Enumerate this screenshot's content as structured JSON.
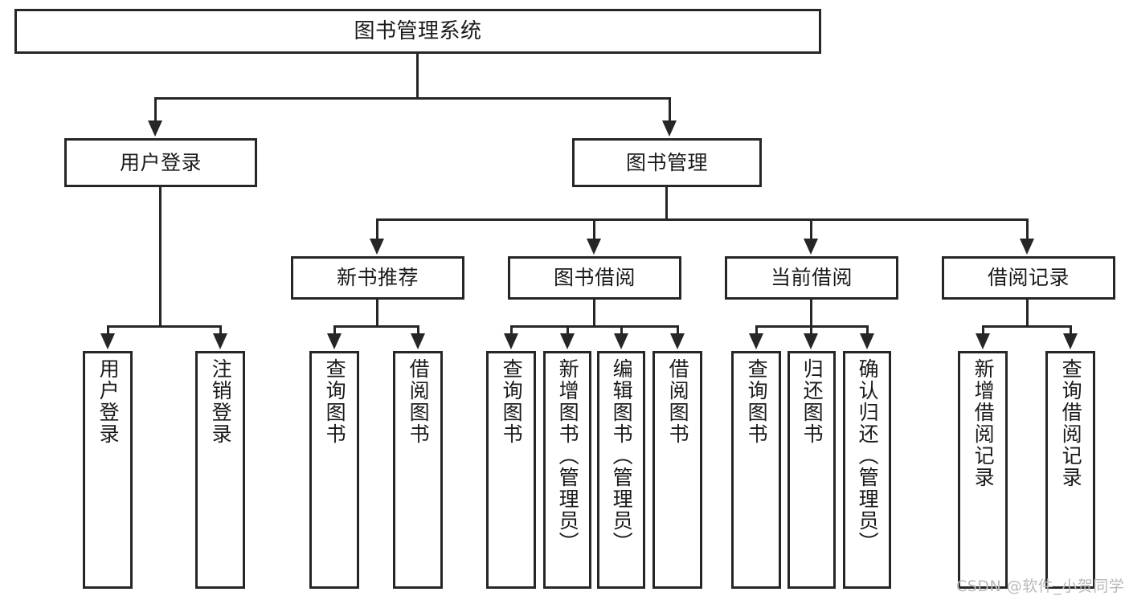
{
  "diagram": {
    "title": "图书管理系统",
    "type": "hierarchy-tree",
    "root": {
      "label": "图书管理系统"
    },
    "level1": [
      {
        "label": "用户登录"
      },
      {
        "label": "图书管理"
      }
    ],
    "level2": [
      {
        "label": "新书推荐"
      },
      {
        "label": "图书借阅"
      },
      {
        "label": "当前借阅"
      },
      {
        "label": "借阅记录"
      }
    ],
    "leaves": {
      "user_login": [
        {
          "label": "用户登录"
        },
        {
          "label": "注销登录"
        }
      ],
      "new_book_recommend": [
        {
          "label": "查询图书"
        },
        {
          "label": "借阅图书"
        }
      ],
      "book_borrow": [
        {
          "label": "查询图书"
        },
        {
          "label": "新增图书（管理员）"
        },
        {
          "label": "编辑图书（管理员）"
        },
        {
          "label": "借阅图书"
        }
      ],
      "current_borrow": [
        {
          "label": "查询图书"
        },
        {
          "label": "归还图书"
        },
        {
          "label": "确认归还（管理员）"
        }
      ],
      "borrow_record": [
        {
          "label": "新增借阅记录"
        },
        {
          "label": "查询借阅记录"
        }
      ]
    }
  },
  "watermark": {
    "text": "CSDN @软件_小贺同学"
  },
  "colors": {
    "stroke": "#262626",
    "background": "#ffffff",
    "text": "#1a1a1a",
    "watermark": "#b9b9b9"
  }
}
